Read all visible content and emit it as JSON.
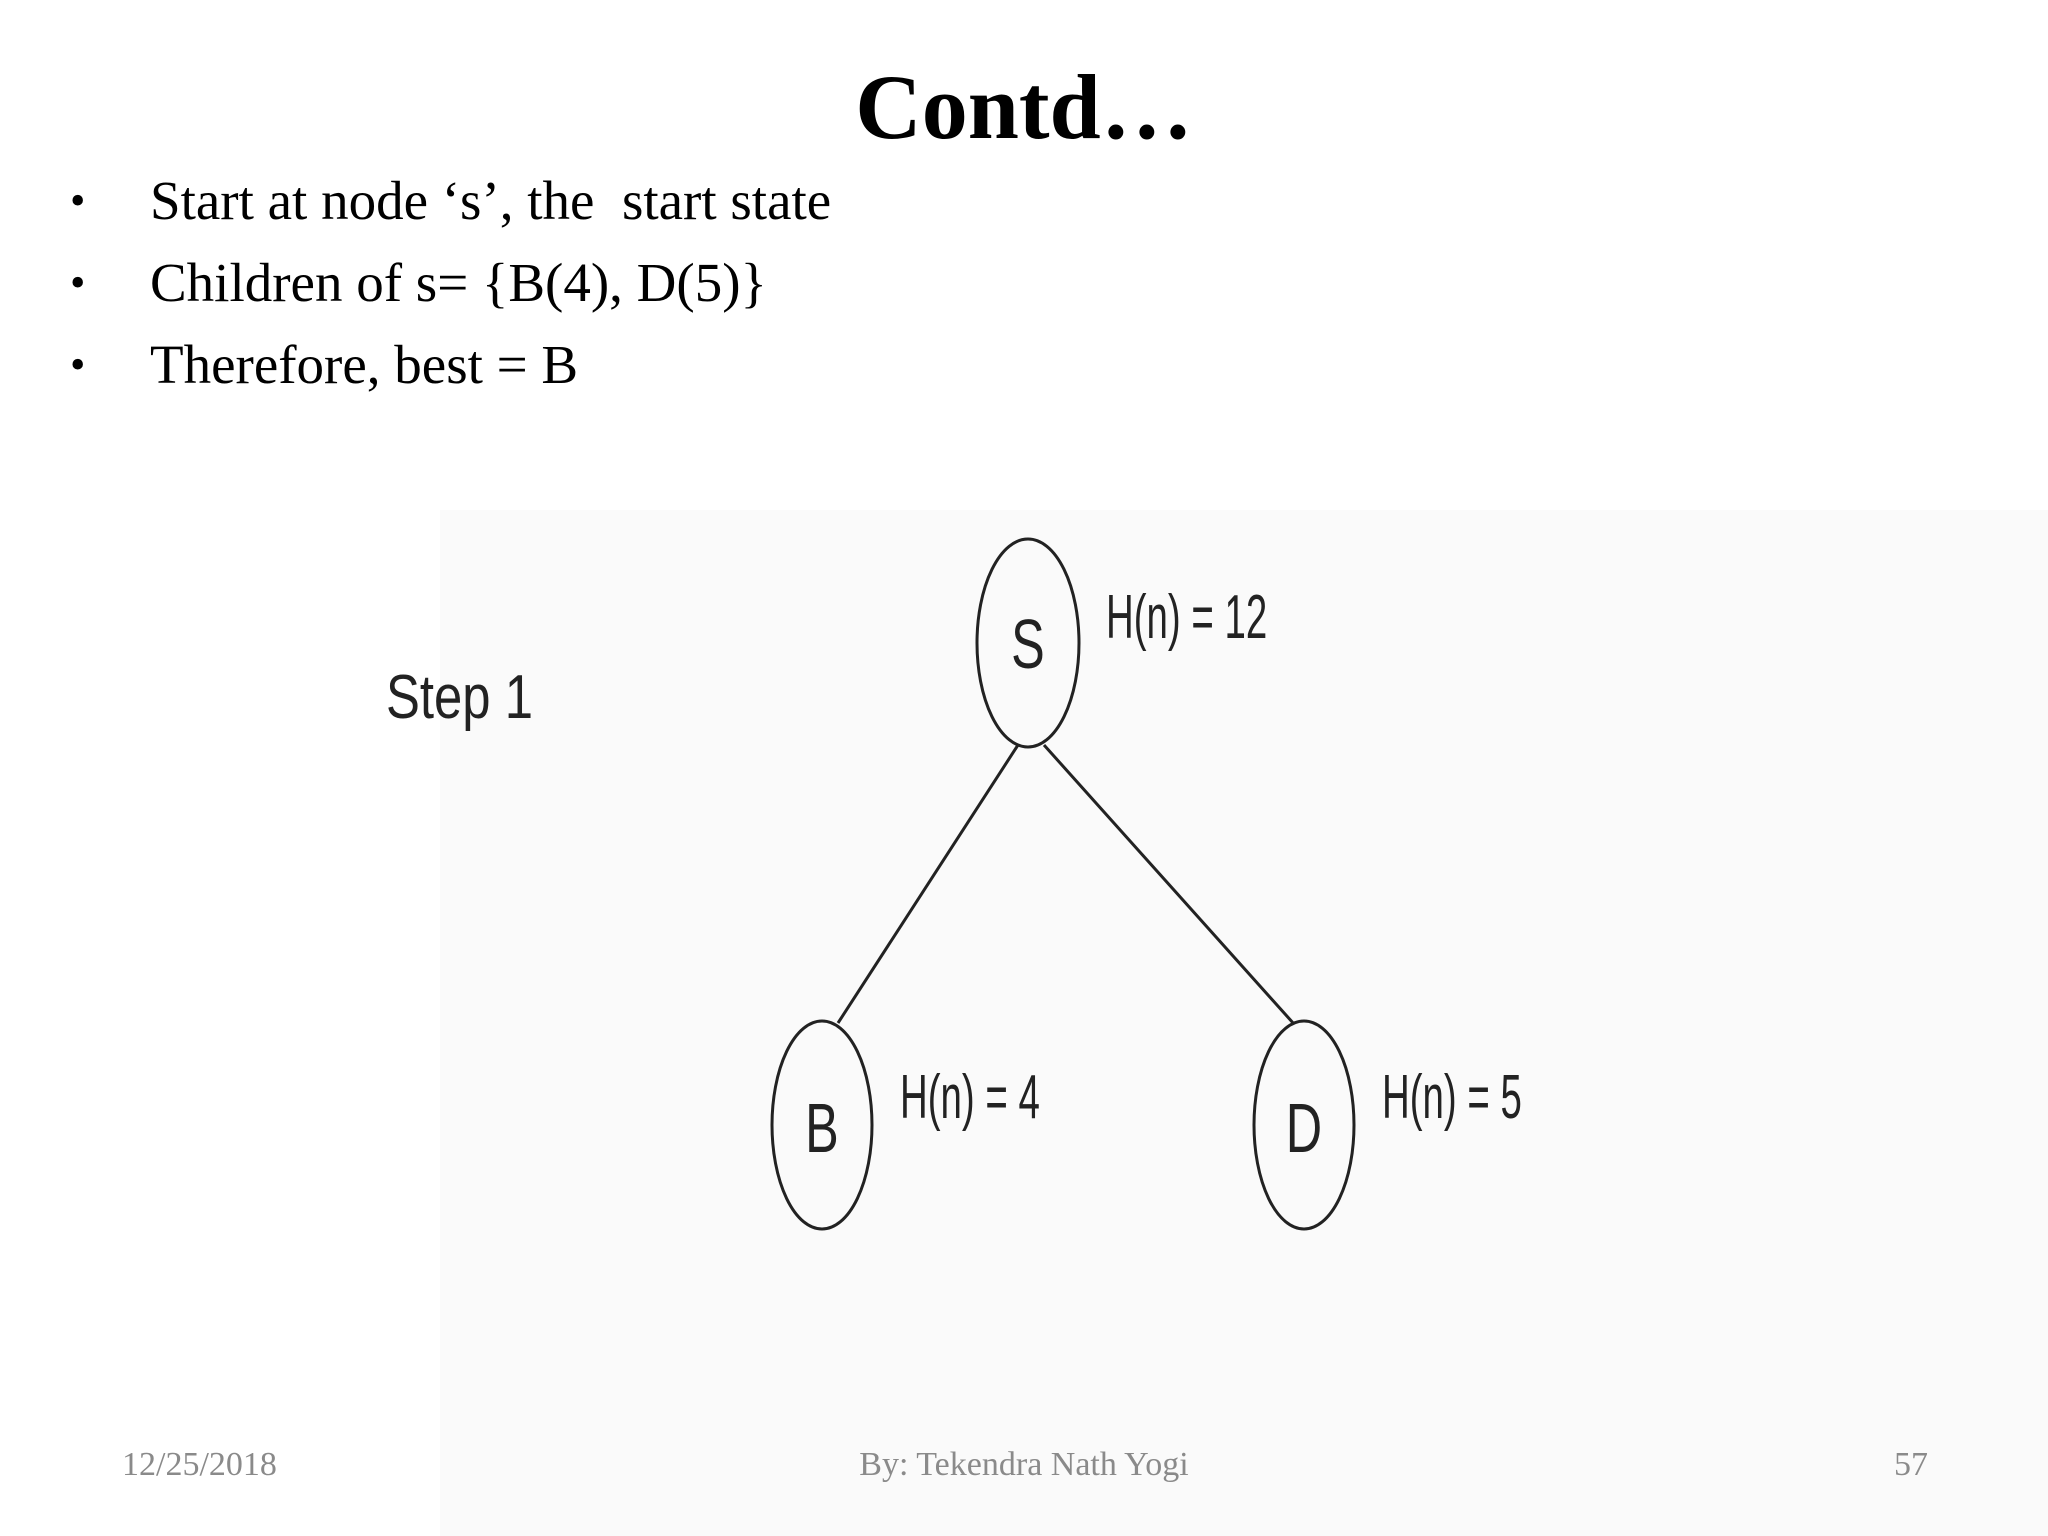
{
  "slide": {
    "title": "Contd…",
    "bullets": [
      "Start at node ‘s’, the  start state",
      "Children of s= {B(4), D(5)}",
      "Therefore, best = B"
    ]
  },
  "diagram": {
    "step_label": "Step 1",
    "nodes": [
      {
        "id": "S",
        "label": "S",
        "heuristic": "H(n) = 12"
      },
      {
        "id": "B",
        "label": "B",
        "heuristic": "H(n) = 4"
      },
      {
        "id": "D",
        "label": "D",
        "heuristic": "H(n) = 5"
      }
    ],
    "edges": [
      {
        "from": "S",
        "to": "B"
      },
      {
        "from": "S",
        "to": "D"
      }
    ]
  },
  "footer": {
    "date": "12/25/2018",
    "author": "By: Tekendra Nath Yogi",
    "page": "57"
  }
}
